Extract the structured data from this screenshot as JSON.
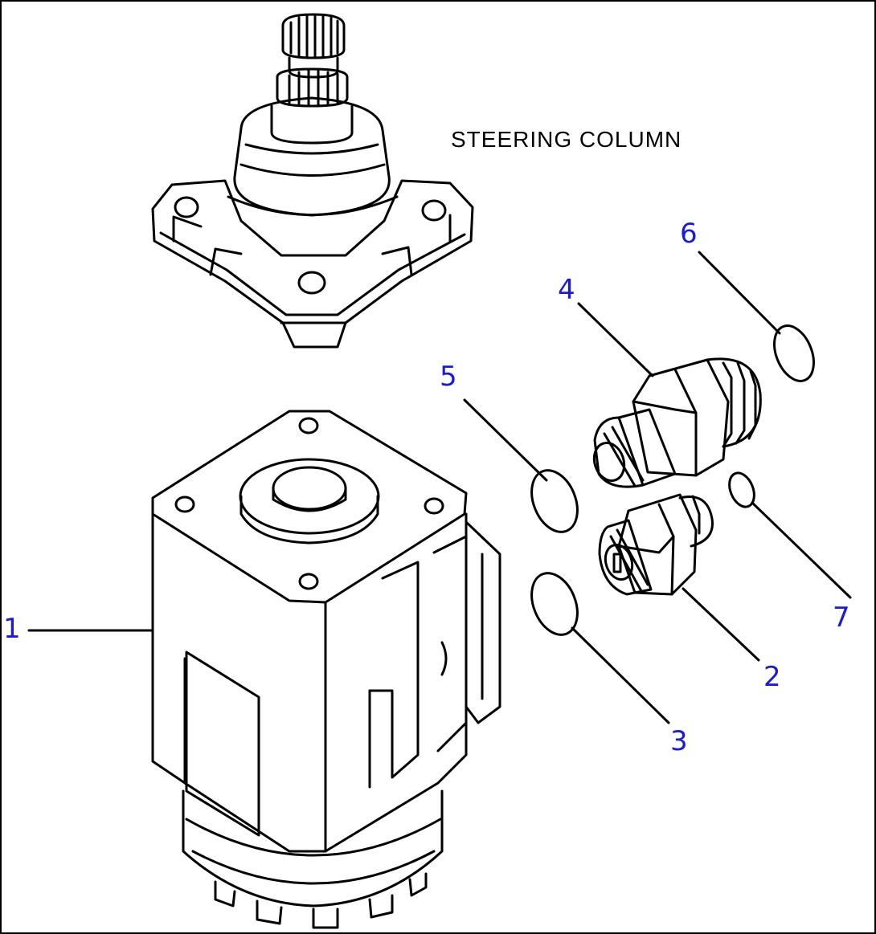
{
  "title": "STEERING COLUMN",
  "callouts": {
    "c1": "1",
    "c2": "2",
    "c3": "3",
    "c4": "4",
    "c5": "5",
    "c6": "6",
    "c7": "7"
  },
  "colors": {
    "callout": "#1a1adf",
    "line": "#000000",
    "background": "#ffffff"
  }
}
